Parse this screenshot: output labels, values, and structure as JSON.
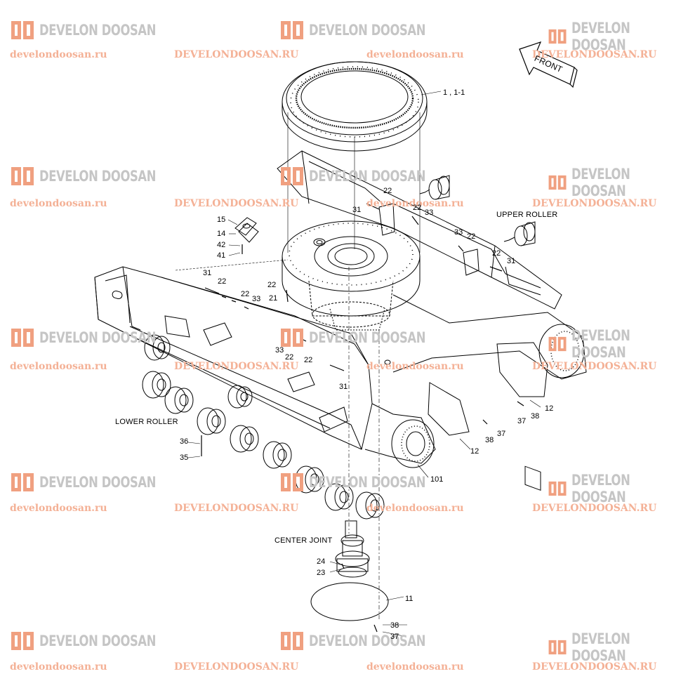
{
  "watermark": {
    "brand": "DEVELON DOOSAN",
    "url_lower": "develondoosan.ru",
    "url_upper": "DEVELONDOOSAN.RU",
    "colors": {
      "brand_text": "#c5c5c5",
      "logo": "#f0a080",
      "url": "#f4b196"
    },
    "icon": "develon-logo-icon"
  },
  "diagram": {
    "front_arrow": "FRONT",
    "captions": {
      "upper_roller": "UPPER ROLLER",
      "lower_roller": "LOWER ROLLER",
      "center_joint": "CENTER JOINT"
    },
    "labels": {
      "l_1_1": "1 , 1-1",
      "l_22_a": "22",
      "l_31_a": "31",
      "l_22_b": "22",
      "l_33_a": "33",
      "l_33_b": "33",
      "l_22_c": "22",
      "l_22_d": "22",
      "l_31_b": "31",
      "l_15": "15",
      "l_14": "14",
      "l_42": "42",
      "l_41": "41",
      "l_31_c": "31",
      "l_22_e": "22",
      "l_22_f": "22",
      "l_33_c": "33",
      "l_22_g": "22",
      "l_21": "21",
      "l_33_d": "33",
      "l_22_h": "22",
      "l_22_i": "22",
      "l_31_d": "31",
      "l_12_a": "12",
      "l_37_a": "37",
      "l_38_a": "38",
      "l_37_b": "37",
      "l_38_b": "38",
      "l_12_b": "12",
      "l_36": "36",
      "l_35": "35",
      "l_101": "101",
      "l_24": "24",
      "l_23": "23",
      "l_11": "11",
      "l_38_c": "38",
      "l_37_c": "37"
    }
  }
}
